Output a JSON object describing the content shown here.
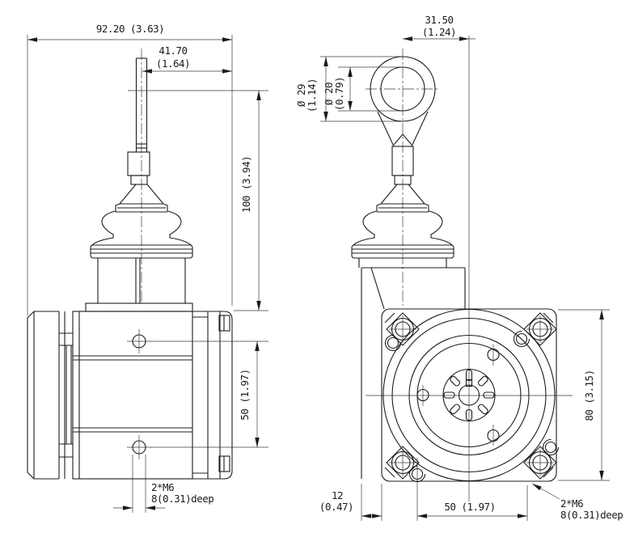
{
  "drawing_title": "draw-wire-sensor-dimension-drawing",
  "side_view": {
    "dim_total_width": "92.20 (3.63)",
    "dim_wire_to_face_mm": "41.70",
    "dim_wire_to_face_in": "(1.64)",
    "dim_wire_height": "100 (3.94)",
    "dim_hole_spacing": "50 (1.97)",
    "thread_note_line1": "2*M6",
    "thread_note_line2": "8(0.31)deep"
  },
  "front_view": {
    "dim_eyelet_offset_mm": "31.50",
    "dim_eyelet_offset_in": "(1.24)",
    "dim_eyelet_outer_dia_mm": "Ø 29",
    "dim_eyelet_outer_dia_in": "(1.14)",
    "dim_eyelet_inner_dia_mm": "Ø 20",
    "dim_eyelet_inner_dia_in": "(0.79)",
    "dim_flange_size": "80 (3.15)",
    "dim_drum_overhang_mm": "12",
    "dim_drum_overhang_in": "(0.47)",
    "dim_hole_spacing": "50 (1.97)",
    "thread_note_line1": "2*M6",
    "thread_note_line2": "8(0.31)deep"
  },
  "colors": {
    "object_line": "#1c1c1e",
    "thin_line": "#3c3c3c",
    "background": "#ffffff",
    "text": "#1a1a1a"
  }
}
